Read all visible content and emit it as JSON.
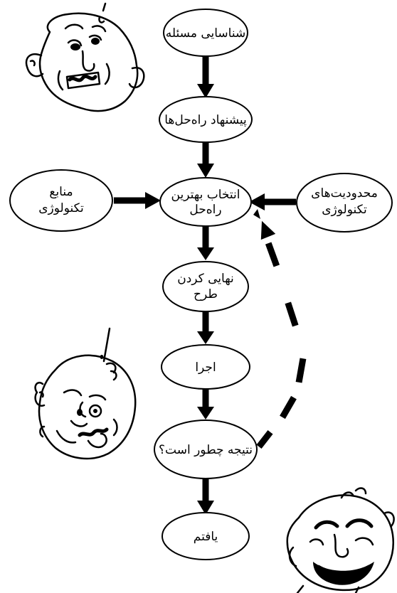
{
  "nodes": {
    "identify_problem": "شناسایی مسئله",
    "propose_solutions": "پیشنهاد راه‌حل‌ها",
    "choose_best": [
      "انتخاب بهترین",
      "راه‌حل"
    ],
    "finalize_design": [
      "نهایی کردن",
      "طرح"
    ],
    "implement": "اجرا",
    "how_is_result": "نتیجه چطور است؟",
    "found_it": "یافتم",
    "tech_resources": [
      "منابع",
      "تکنولوژی"
    ],
    "tech_limits": [
      "محدودیت‌های",
      "تکنولوژی"
    ]
  },
  "decorations": [
    "cartoon-face-top-left",
    "cartoon-face-middle-left",
    "cartoon-face-bottom-right"
  ]
}
